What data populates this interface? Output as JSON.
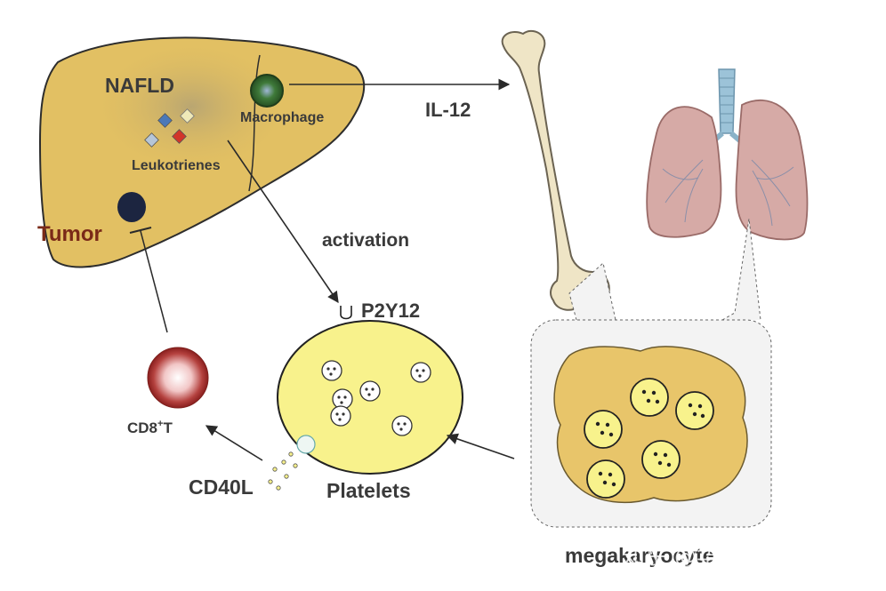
{
  "labels": {
    "nafld": "NAFLD",
    "macrophage": "Macrophage",
    "leukotrienes": "Leukotrienes",
    "tumor": "Tumor",
    "il12": "IL-12",
    "activation": "activation",
    "p2y12": "P2Y12",
    "cd8": "CD8",
    "cd8_sup": "+",
    "cd8_suffix": "T",
    "cd40l": "CD40L",
    "platelets": "Platelets",
    "megakaryocyte": "megakaryocyte"
  },
  "watermark": "知乎 @华仁医学科技",
  "colors": {
    "liver": "#e2c063",
    "platelet": "#f8f28c",
    "megakaryocyte": "#e8c56a",
    "tumor_label": "#7a2a18",
    "text": "#3a3a3a"
  }
}
